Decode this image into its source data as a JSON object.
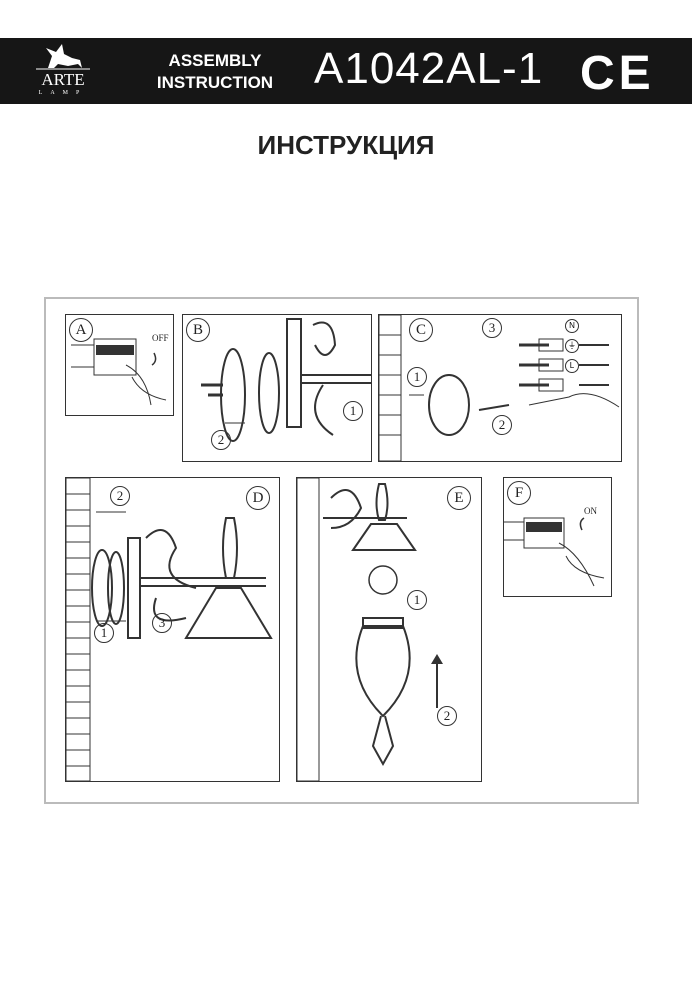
{
  "header": {
    "brand": "ARTE",
    "brand_sub": "LAMP",
    "assembly_line1": "ASSEMBLY",
    "assembly_line2": "INSTRUCTION",
    "model": "A1042AL-1",
    "mark": "CE"
  },
  "title": "ИНСТРУКЦИЯ",
  "steps": {
    "A": {
      "letter": "A",
      "label": "OFF"
    },
    "B": {
      "letter": "B",
      "n1": "1",
      "n2": "2"
    },
    "C": {
      "letter": "C",
      "n1": "1",
      "n2": "2",
      "n3": "3",
      "terminals": [
        "N",
        "⏚",
        "L"
      ]
    },
    "D": {
      "letter": "D",
      "n1": "1",
      "n2": "2",
      "n3": "3"
    },
    "E": {
      "letter": "E",
      "n1": "1",
      "n2": "2"
    },
    "F": {
      "letter": "F",
      "label": "ON"
    }
  }
}
